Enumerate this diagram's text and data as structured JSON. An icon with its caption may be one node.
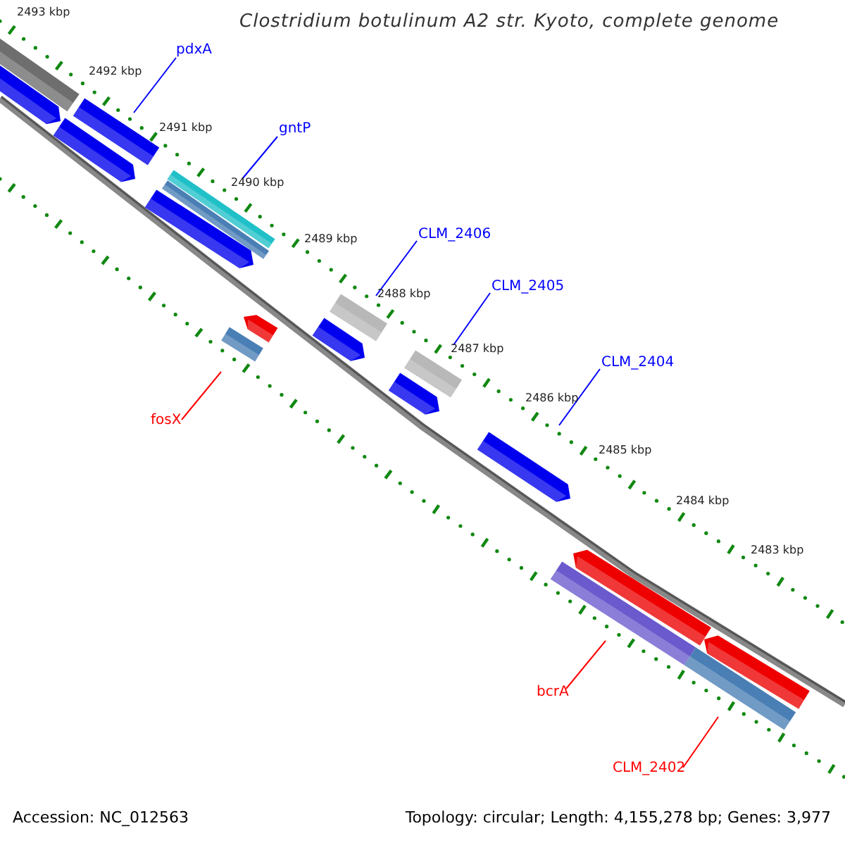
{
  "diagram": {
    "title": "Clostridium botulinum A2 str. Kyoto, complete genome",
    "nodes": [
      {
        "text": [
          "pdxA"
        ]
      },
      {
        "text": [
          "gntP"
        ]
      },
      {
        "text": [
          "CLM_2406"
        ]
      },
      {
        "text": [
          "CLM_2405"
        ]
      },
      {
        "text": [
          "CLM_2404"
        ]
      },
      {
        "text": [
          "fosX"
        ]
      },
      {
        "text": [
          "bcrA"
        ]
      },
      {
        "text": [
          "CLM_2402"
        ]
      },
      {
        "text": [],
        "shape": "bar"
      },
      {
        "text": [],
        "shape": "bar"
      },
      {
        "text": [],
        "shape": "bar"
      },
      {
        "text": [],
        "shape": "bar"
      },
      {
        "text": [],
        "shape": "bar"
      },
      {
        "text": [],
        "shape": "bar"
      },
      {
        "text": [],
        "shape": "bar"
      },
      {
        "text": [],
        "shape": "bar"
      },
      {
        "text": [],
        "shape": "bar"
      },
      {
        "text": [],
        "shape": "bar"
      },
      {
        "text": [],
        "shape": "bar"
      },
      {
        "text": [],
        "shape": "bar"
      },
      {
        "text": [],
        "shape": "bar"
      },
      {
        "text": [],
        "shape": "bar"
      },
      {
        "text": [],
        "shape": "bar"
      },
      {
        "text": [],
        "shape": "bar"
      },
      {
        "text": [],
        "shape": "bar"
      },
      {
        "text": [],
        "shape": "bar"
      }
    ],
    "edges": [
      {
        "from": 0,
        "to": 10,
        "arrow": "none"
      },
      {
        "from": 1,
        "to": 12,
        "arrow": "none"
      },
      {
        "from": 2,
        "to": 17,
        "arrow": "none"
      },
      {
        "from": 3,
        "to": 19,
        "arrow": "none"
      },
      {
        "from": 4,
        "to": 21,
        "arrow": "none"
      },
      {
        "from": 5,
        "to": 16,
        "arrow": "none",
        "color": "#ff0000"
      },
      {
        "from": 6,
        "to": 23,
        "arrow": "none",
        "color": "#ff0000"
      },
      {
        "from": 7,
        "to": 25,
        "arrow": "none",
        "color": "#ff0000"
      }
    ],
    "labels": [
      "2493 kbp",
      "2492 kbp",
      "2491 kbp",
      "2490 kbp",
      "2489 kbp",
      "2488 kbp",
      "2487 kbp",
      "2486 kbp",
      "2485 kbp",
      "2484 kbp",
      "2483 kbp",
      "Accession: NC_012563",
      "Topology: circular; Length: 4,155,278 bp; Genes: 3,977"
    ]
  }
}
